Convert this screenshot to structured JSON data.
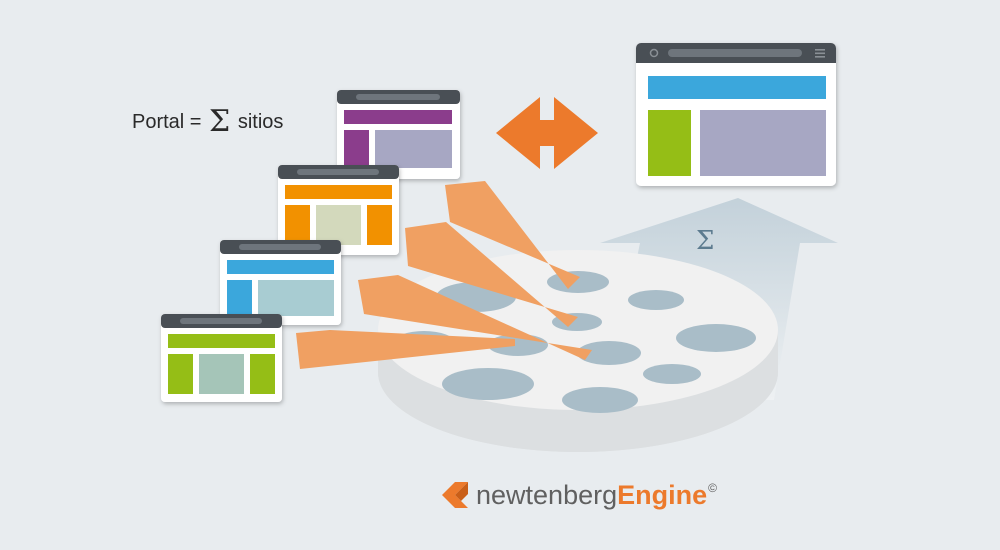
{
  "formula": {
    "left": "Portal =",
    "symbol": "Σ",
    "right": "sitios"
  },
  "sigma_label": "Σ",
  "logo": {
    "part1": "newtenberg",
    "part2": "Engine",
    "copyright": "©"
  },
  "colors": {
    "background": "#e8ecef",
    "arrow_orange": "#ec7a2c",
    "arrow_light_orange": "#f0a062",
    "disk_top": "#f1f1f1",
    "disk_side": "#dcdfe1",
    "disk_hole": "#a9bdc8",
    "window_bar": "#4a4f54",
    "purple": "#8b3c8c",
    "lavender": "#a7a7c3",
    "orange": "#f29100",
    "beige": "#d3d9bc",
    "blue": "#3aa7dc",
    "light_teal": "#a8ccd2",
    "green": "#95be12",
    "sage": "#a5c5b8"
  }
}
